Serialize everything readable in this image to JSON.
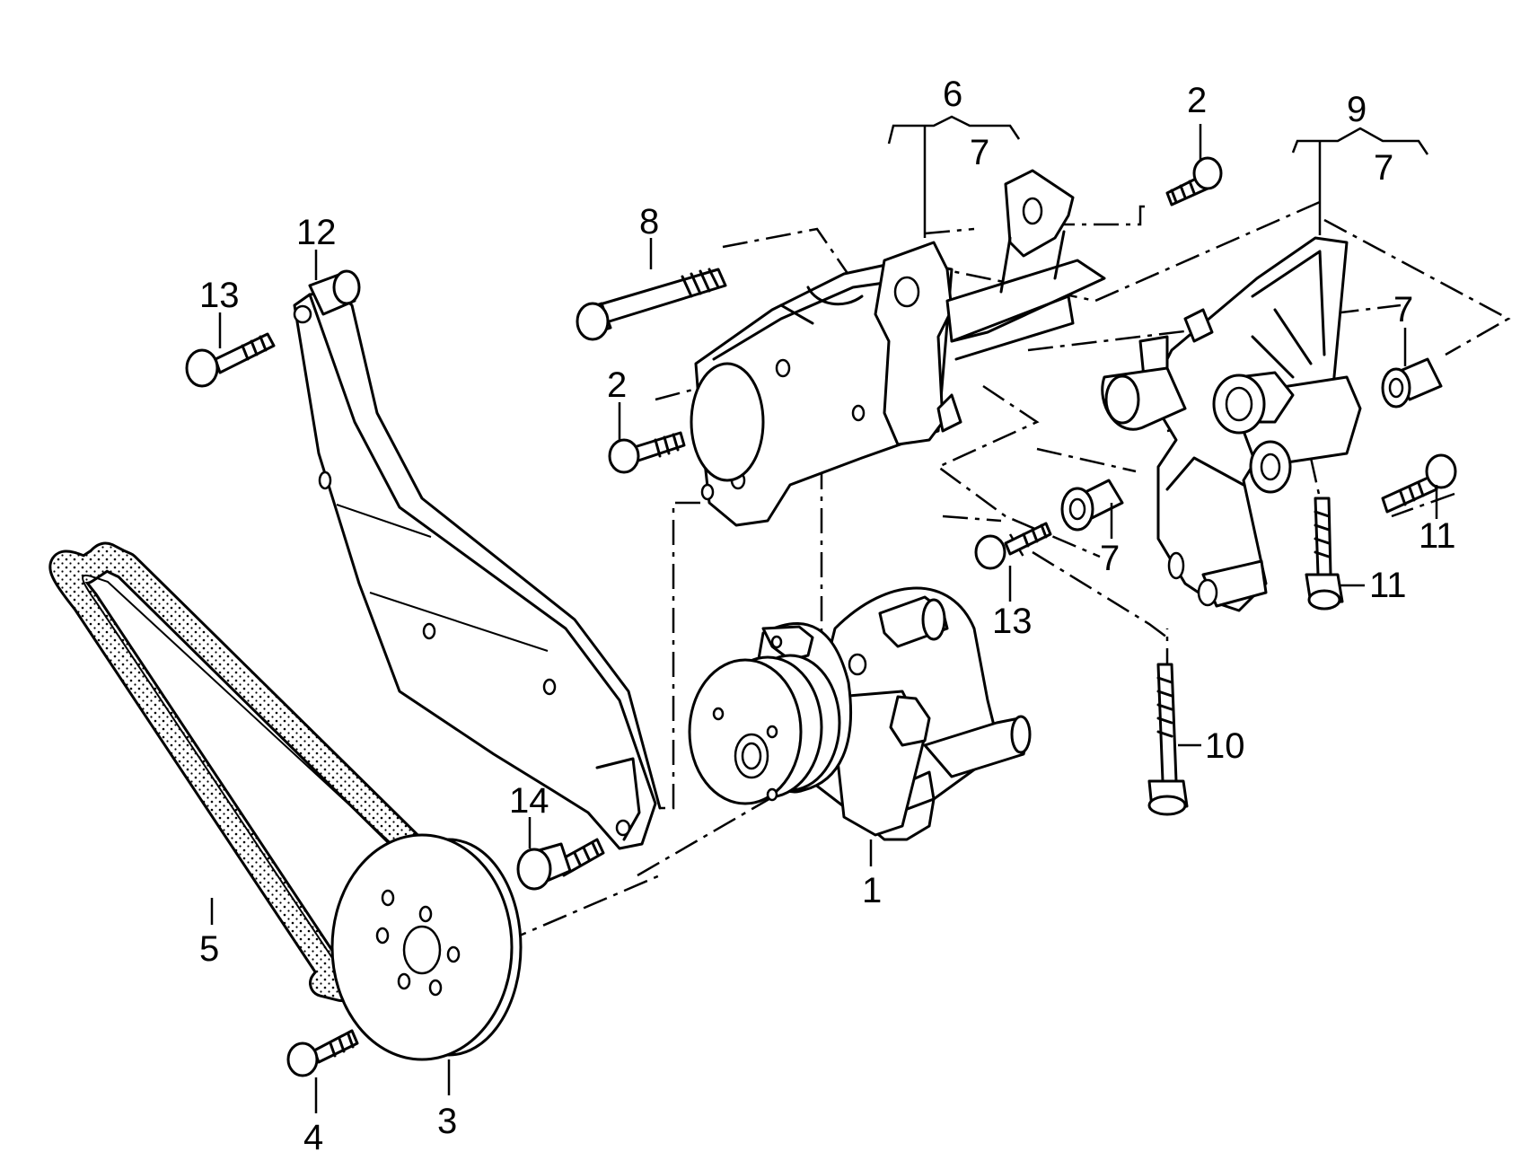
{
  "callouts": {
    "c1": "1",
    "c2a": "2",
    "c2b": "2",
    "c3": "3",
    "c4": "4",
    "c5": "5",
    "c6": "6",
    "c7a": "7",
    "c7b": "7",
    "c7c": "7",
    "c7d": "7",
    "c8": "8",
    "c9": "9",
    "c10": "10",
    "c11a": "11",
    "c11b": "11",
    "c12": "12",
    "c13a": "13",
    "c13b": "13",
    "c14": "14"
  },
  "colors": {
    "ink": "#000000",
    "paper": "#ffffff"
  }
}
